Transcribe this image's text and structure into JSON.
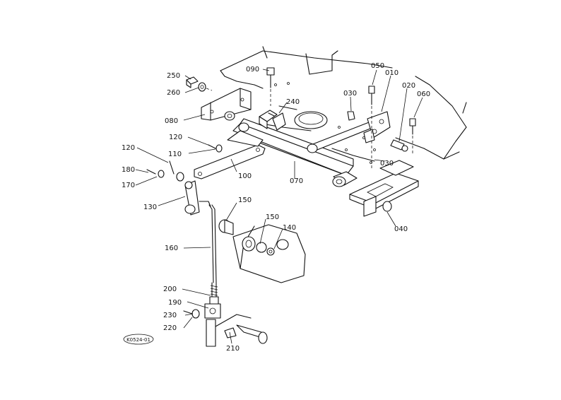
{
  "drawing_code": "K0524-01",
  "parts": [
    {
      "id": "p250",
      "label": "250"
    },
    {
      "id": "p260",
      "label": "260"
    },
    {
      "id": "p090",
      "label": "090"
    },
    {
      "id": "p050",
      "label": "050"
    },
    {
      "id": "p010",
      "label": "010"
    },
    {
      "id": "p020",
      "label": "020"
    },
    {
      "id": "p060",
      "label": "060"
    },
    {
      "id": "p030a",
      "label": "030"
    },
    {
      "id": "p240",
      "label": "240"
    },
    {
      "id": "p080",
      "label": "080"
    },
    {
      "id": "p120a",
      "label": "120"
    },
    {
      "id": "p110",
      "label": "110"
    },
    {
      "id": "p120b",
      "label": "120"
    },
    {
      "id": "p180",
      "label": "180"
    },
    {
      "id": "p170",
      "label": "170"
    },
    {
      "id": "p100",
      "label": "100"
    },
    {
      "id": "p070",
      "label": "070"
    },
    {
      "id": "p030b",
      "label": "030"
    },
    {
      "id": "p040",
      "label": "040"
    },
    {
      "id": "p130",
      "label": "130"
    },
    {
      "id": "p150a",
      "label": "150"
    },
    {
      "id": "p150b",
      "label": "150"
    },
    {
      "id": "p140",
      "label": "140"
    },
    {
      "id": "p160",
      "label": "160"
    },
    {
      "id": "p200",
      "label": "200"
    },
    {
      "id": "p190",
      "label": "190"
    },
    {
      "id": "p230",
      "label": "230"
    },
    {
      "id": "p220",
      "label": "220"
    },
    {
      "id": "p210",
      "label": "210"
    }
  ]
}
